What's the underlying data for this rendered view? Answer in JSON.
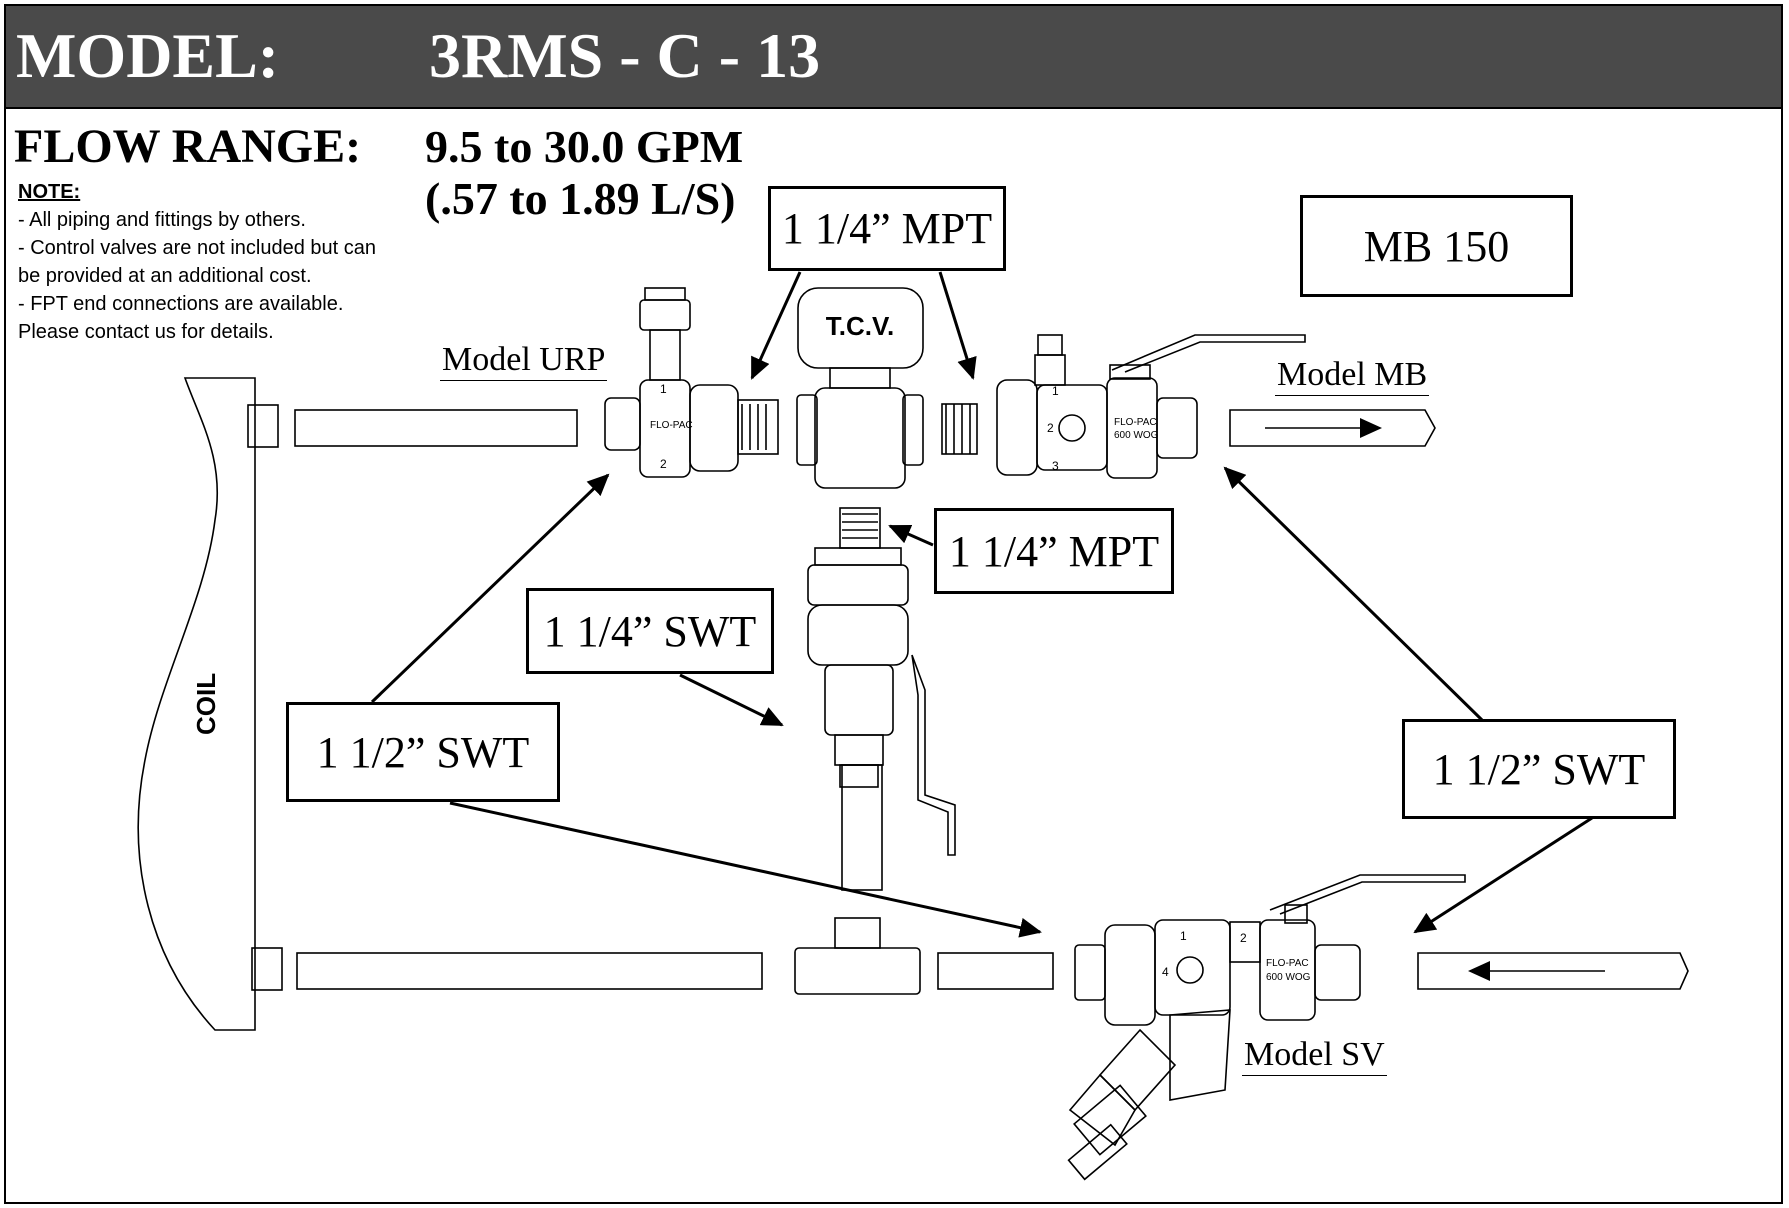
{
  "header": {
    "label": "MODEL:",
    "value": "3RMS - C - 13",
    "bg_color": "#4a4a4a"
  },
  "flow": {
    "label": "FLOW RANGE:",
    "value_gpm": "9.5 to 30.0 GPM",
    "value_ls": "(.57 to 1.89 L/S)"
  },
  "notes": {
    "title": "NOTE:",
    "lines": [
      "- All piping and fittings by others.",
      "- Control valves are not included but can",
      "be provided at an additional cost.",
      "- FPT end connections are available.",
      "Please contact us for details."
    ]
  },
  "callouts": {
    "mpt_top": "1 1/4” MPT",
    "mb150": "MB 150",
    "mpt_mid": "1 1/4” MPT",
    "swt_114": "1 1/4” SWT",
    "swt_112_left": "1 1/2” SWT",
    "swt_112_right": "1 1/2” SWT"
  },
  "model_labels": {
    "urp": "Model URP",
    "mb": "Model MB",
    "sv": "Model SV"
  },
  "tcv": "T.C.V.",
  "coil": "COIL",
  "valve_markings": {
    "flo_pac": "FLO-PAC",
    "wog": "600 WOG",
    "ports": [
      "1",
      "2",
      "3",
      "4"
    ]
  }
}
